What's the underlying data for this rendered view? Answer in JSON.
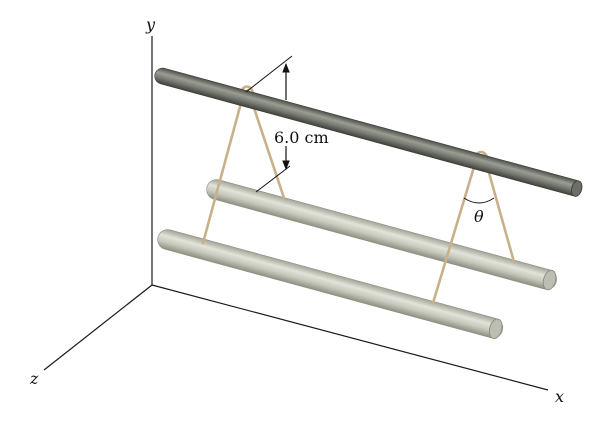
{
  "axes": {
    "y_label": "y",
    "z_label": "z",
    "x_label": "x"
  },
  "annotations": {
    "separation_label": "6.0 cm",
    "angle_label": "θ"
  },
  "colors": {
    "axis": "#1a1a1a",
    "top_rod_dark": "#4d5049",
    "top_rod_light": "#9a9d92",
    "lower_rod_dark": "#9e9f93",
    "lower_rod_light": "#e2e3d9",
    "string": "#c9b08a",
    "dimension_line": "#111111"
  }
}
